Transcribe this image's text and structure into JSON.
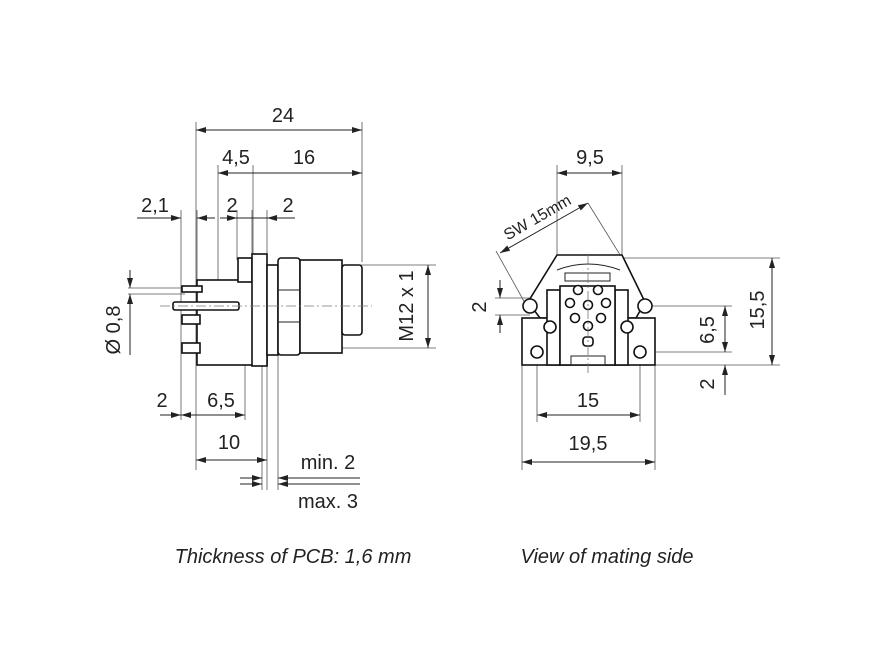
{
  "side_view": {
    "dims": {
      "total_length": "24",
      "offset_4_5": "4,5",
      "length_16": "16",
      "pin_2_1": "2,1",
      "gap_2a": "2",
      "gap_2b": "2",
      "pin_diameter": "Ø 0,8",
      "thread": "M12 x 1",
      "bottom_2": "2",
      "bottom_6_5": "6,5",
      "bottom_10": "10",
      "panel_min": "min. 2",
      "panel_max": "max. 3"
    },
    "caption": "Thickness of PCB: 1,6 mm"
  },
  "front_view": {
    "dims": {
      "width_9_5": "9,5",
      "wrench_size": "SW 15mm",
      "left_2": "2",
      "height_15_5": "15,5",
      "height_6_5": "6,5",
      "bottom_2": "2",
      "width_15": "15",
      "width_19_5": "19,5"
    },
    "caption": "View of mating side"
  }
}
